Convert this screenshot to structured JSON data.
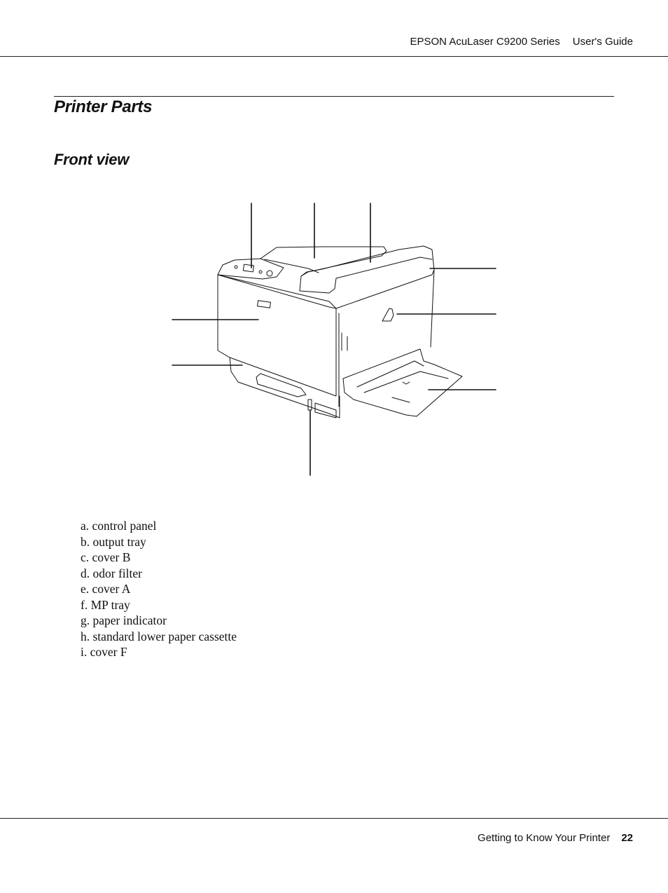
{
  "header": {
    "product": "EPSON AcuLaser C9200 Series",
    "doc_title": "User's Guide"
  },
  "section": {
    "title": "Printer Parts",
    "subtitle": "Front view"
  },
  "figure": {
    "description": "Line illustration of printer front view with callout leader lines",
    "callout_count": 9
  },
  "legend": {
    "items": [
      {
        "label": "a. control panel"
      },
      {
        "label": "b. output tray"
      },
      {
        "label": "c. cover B"
      },
      {
        "label": "d. odor filter"
      },
      {
        "label": "e. cover A"
      },
      {
        "label": "f. MP tray"
      },
      {
        "label": "g. paper indicator"
      },
      {
        "label": "h. standard lower paper cassette"
      },
      {
        "label": "i. cover F"
      }
    ]
  },
  "footer": {
    "chapter": "Getting to Know Your Printer",
    "page_number": "22"
  }
}
